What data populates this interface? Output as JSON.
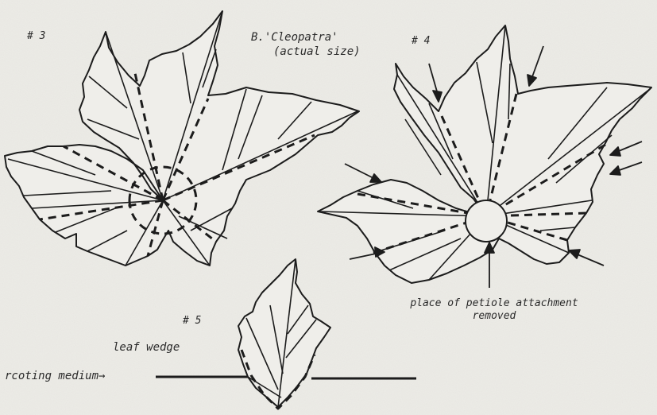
{
  "labels": {
    "fig3": "# 3",
    "title": "B.'Cleopatra'",
    "subtitle": "(actual size)",
    "fig4": "# 4",
    "fig5": "# 5",
    "caption_line1": "place of petiole attachment",
    "caption_line2": "removed",
    "leaf_wedge": "leaf wedge",
    "rooting_medium": "rcoting  medium→"
  },
  "colors": {
    "paper": "#ecebe6",
    "ink": "#1c1c1c"
  }
}
